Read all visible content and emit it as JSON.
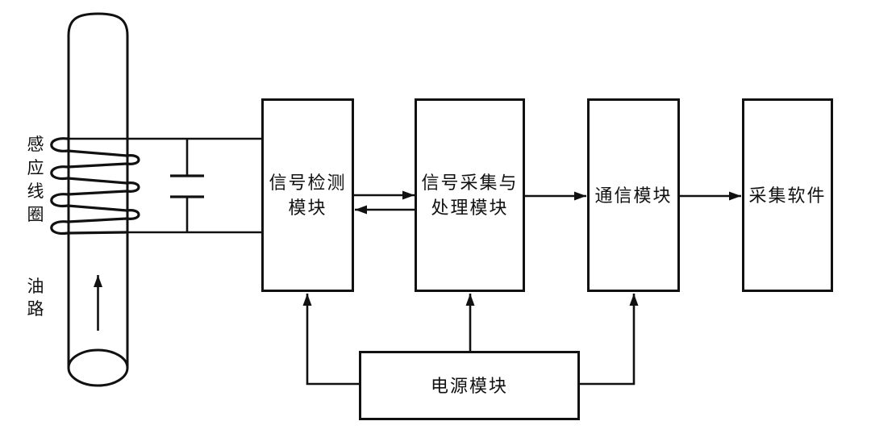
{
  "canvas": {
    "background": "#ffffff",
    "line_color": "#111111"
  },
  "sensor": {
    "coil_label": "感应线圈",
    "oil_label": "油路"
  },
  "modules": {
    "detection": {
      "line1": "信号检测",
      "line2": "模块"
    },
    "acquisition": {
      "line1": "信号采集与",
      "line2": "处理模块"
    },
    "communication": {
      "line1": "通信模块"
    },
    "software": {
      "line1": "采集软件"
    },
    "power": {
      "line1": "电源模块"
    }
  }
}
